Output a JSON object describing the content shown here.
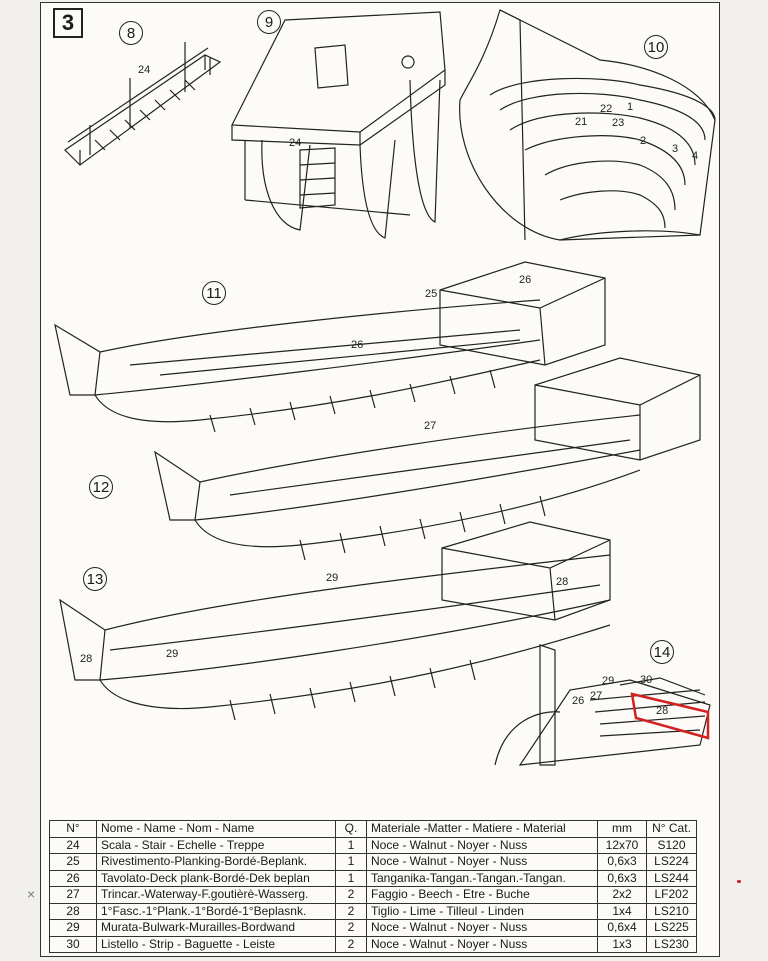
{
  "page_number": "3",
  "steps": [
    "8",
    "9",
    "10",
    "11",
    "12",
    "13",
    "14"
  ],
  "part_labels": {
    "fig8": [
      "24"
    ],
    "fig9": [
      "24"
    ],
    "fig10": [
      "22",
      "21",
      "23",
      "1",
      "2",
      "3",
      "4"
    ],
    "fig11": [
      "25",
      "26",
      "26"
    ],
    "fig12": [
      "27"
    ],
    "fig13": [
      "29",
      "28",
      "28",
      "29"
    ],
    "fig14": [
      "29",
      "30",
      "27",
      "26",
      "28"
    ]
  },
  "highlight_color": "#d42020",
  "table": {
    "headers": [
      "N°",
      "Nome - Name - Nom - Name",
      "Q.",
      "Materiale -Matter - Matiere - Material",
      "mm",
      "N° Cat."
    ],
    "rows": [
      [
        "24",
        "Scala - Stair - Echelle - Treppe",
        "1",
        "Noce - Walnut - Noyer - Nuss",
        "12x70",
        "S120"
      ],
      [
        "25",
        "Rivestimento-Planking-Bordé-Beplank.",
        "1",
        "Noce - Walnut - Noyer - Nuss",
        "0,6x3",
        "LS224"
      ],
      [
        "26",
        "Tavolato-Deck plank-Bordé-Dek beplan",
        "1",
        "Tanganika-Tangan.-Tangan.-Tangan.",
        "0,6x3",
        "LS244"
      ],
      [
        "27",
        "Trincar.-Waterway-F.goutièrè-Wasserg.",
        "2",
        "Faggio - Beech - Etre - Buche",
        "2x2",
        "LF202"
      ],
      [
        "28",
        "1°Fasc.-1°Plank.-1°Bordé-1°Beplasnk.",
        "2",
        "Tiglio - Lime - Tilleul - Linden",
        "1x4",
        "LS210"
      ],
      [
        "29",
        "Murata-Bulwark-Murailles-Bordwand",
        "2",
        "Noce - Walnut - Noyer - Nuss",
        "0,6x4",
        "LS225"
      ],
      [
        "30",
        "Listello - Strip - Baguette - Leiste",
        "2",
        "Noce - Walnut - Noyer - Nuss",
        "1x3",
        "LS230"
      ]
    ]
  }
}
